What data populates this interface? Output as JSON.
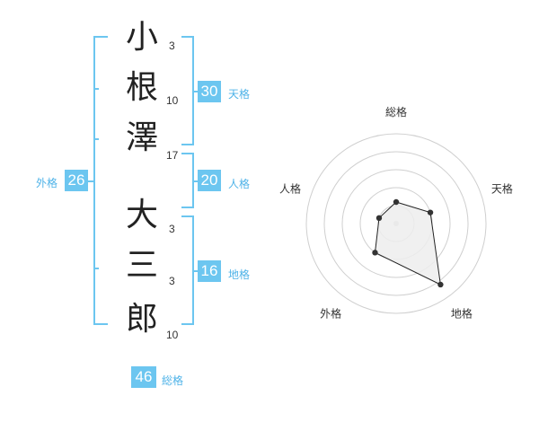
{
  "name": {
    "chars": [
      {
        "char": "小",
        "strokes": "3"
      },
      {
        "char": "根",
        "strokes": "10"
      },
      {
        "char": "澤",
        "strokes": "17"
      },
      {
        "char": "大",
        "strokes": "3"
      },
      {
        "char": "三",
        "strokes": "3"
      },
      {
        "char": "郎",
        "strokes": "10"
      }
    ]
  },
  "fortunes": {
    "tenkaku": {
      "value": "30",
      "label": "天格"
    },
    "jinkaku": {
      "value": "20",
      "label": "人格"
    },
    "chikaku": {
      "value": "16",
      "label": "地格"
    },
    "gaikaku": {
      "value": "26",
      "label": "外格"
    },
    "soukaku": {
      "value": "46",
      "label": "総格"
    }
  },
  "chart_data": {
    "type": "radar",
    "axes": [
      "総格",
      "天格",
      "地格",
      "外格",
      "人格"
    ],
    "values": [
      1.2,
      2,
      4.2,
      2,
      1
    ],
    "max": 5,
    "rings": 5,
    "colors": {
      "fill": "#ededed",
      "line": "#222222",
      "point": "#333333",
      "grid": "#cfcfcf"
    }
  }
}
